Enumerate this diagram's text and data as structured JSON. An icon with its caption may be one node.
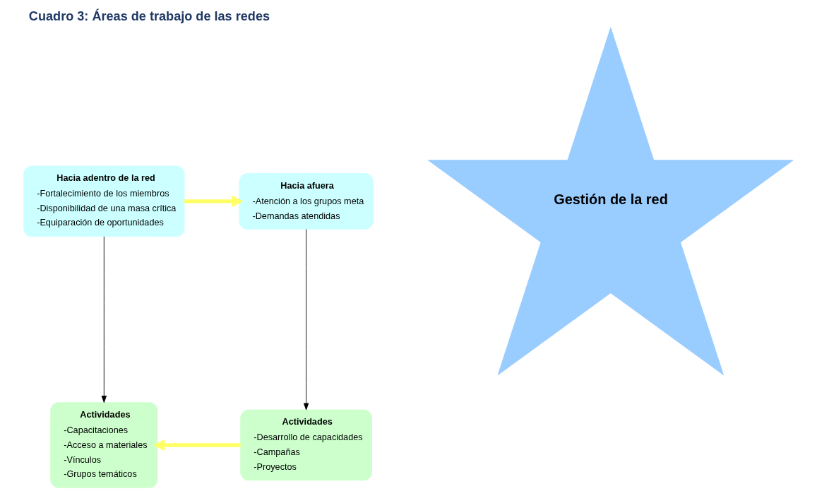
{
  "diagram": {
    "title": "Cuadro 3: Áreas de trabajo de las redes",
    "nodes": [
      {
        "text": [
          "Hacia adentro de la red",
          "-Fortalecimiento de los miembros",
          "-Disponibilidad de una masa crítica",
          "-Equiparación de oportunidades"
        ]
      },
      {
        "text": [
          "Actividades",
          "-Capacitaciones",
          "-Acceso a materiales",
          "-Vínculos",
          "-Grupos temáticos"
        ]
      },
      {
        "text": [
          "Gestión de la red"
        ]
      },
      {
        "text": [
          "Hacia afuera",
          "-Atención a los grupos meta",
          "-Demandas atendidas"
        ]
      },
      {
        "text": [
          "Actividades",
          "-Desarrollo de capacidades",
          "-Campañas",
          "-Proyectos"
        ]
      }
    ],
    "edges": [
      {
        "from": 0,
        "to": 1,
        "arrow": "to"
      },
      {
        "from": 3,
        "to": 4,
        "arrow": "to"
      },
      {
        "from": 0,
        "to": 3,
        "arrow": "to",
        "style": "thick",
        "color": "#ffff66"
      },
      {
        "from": 4,
        "to": 1,
        "arrow": "to",
        "style": "thick",
        "color": "#ffff66"
      }
    ]
  }
}
